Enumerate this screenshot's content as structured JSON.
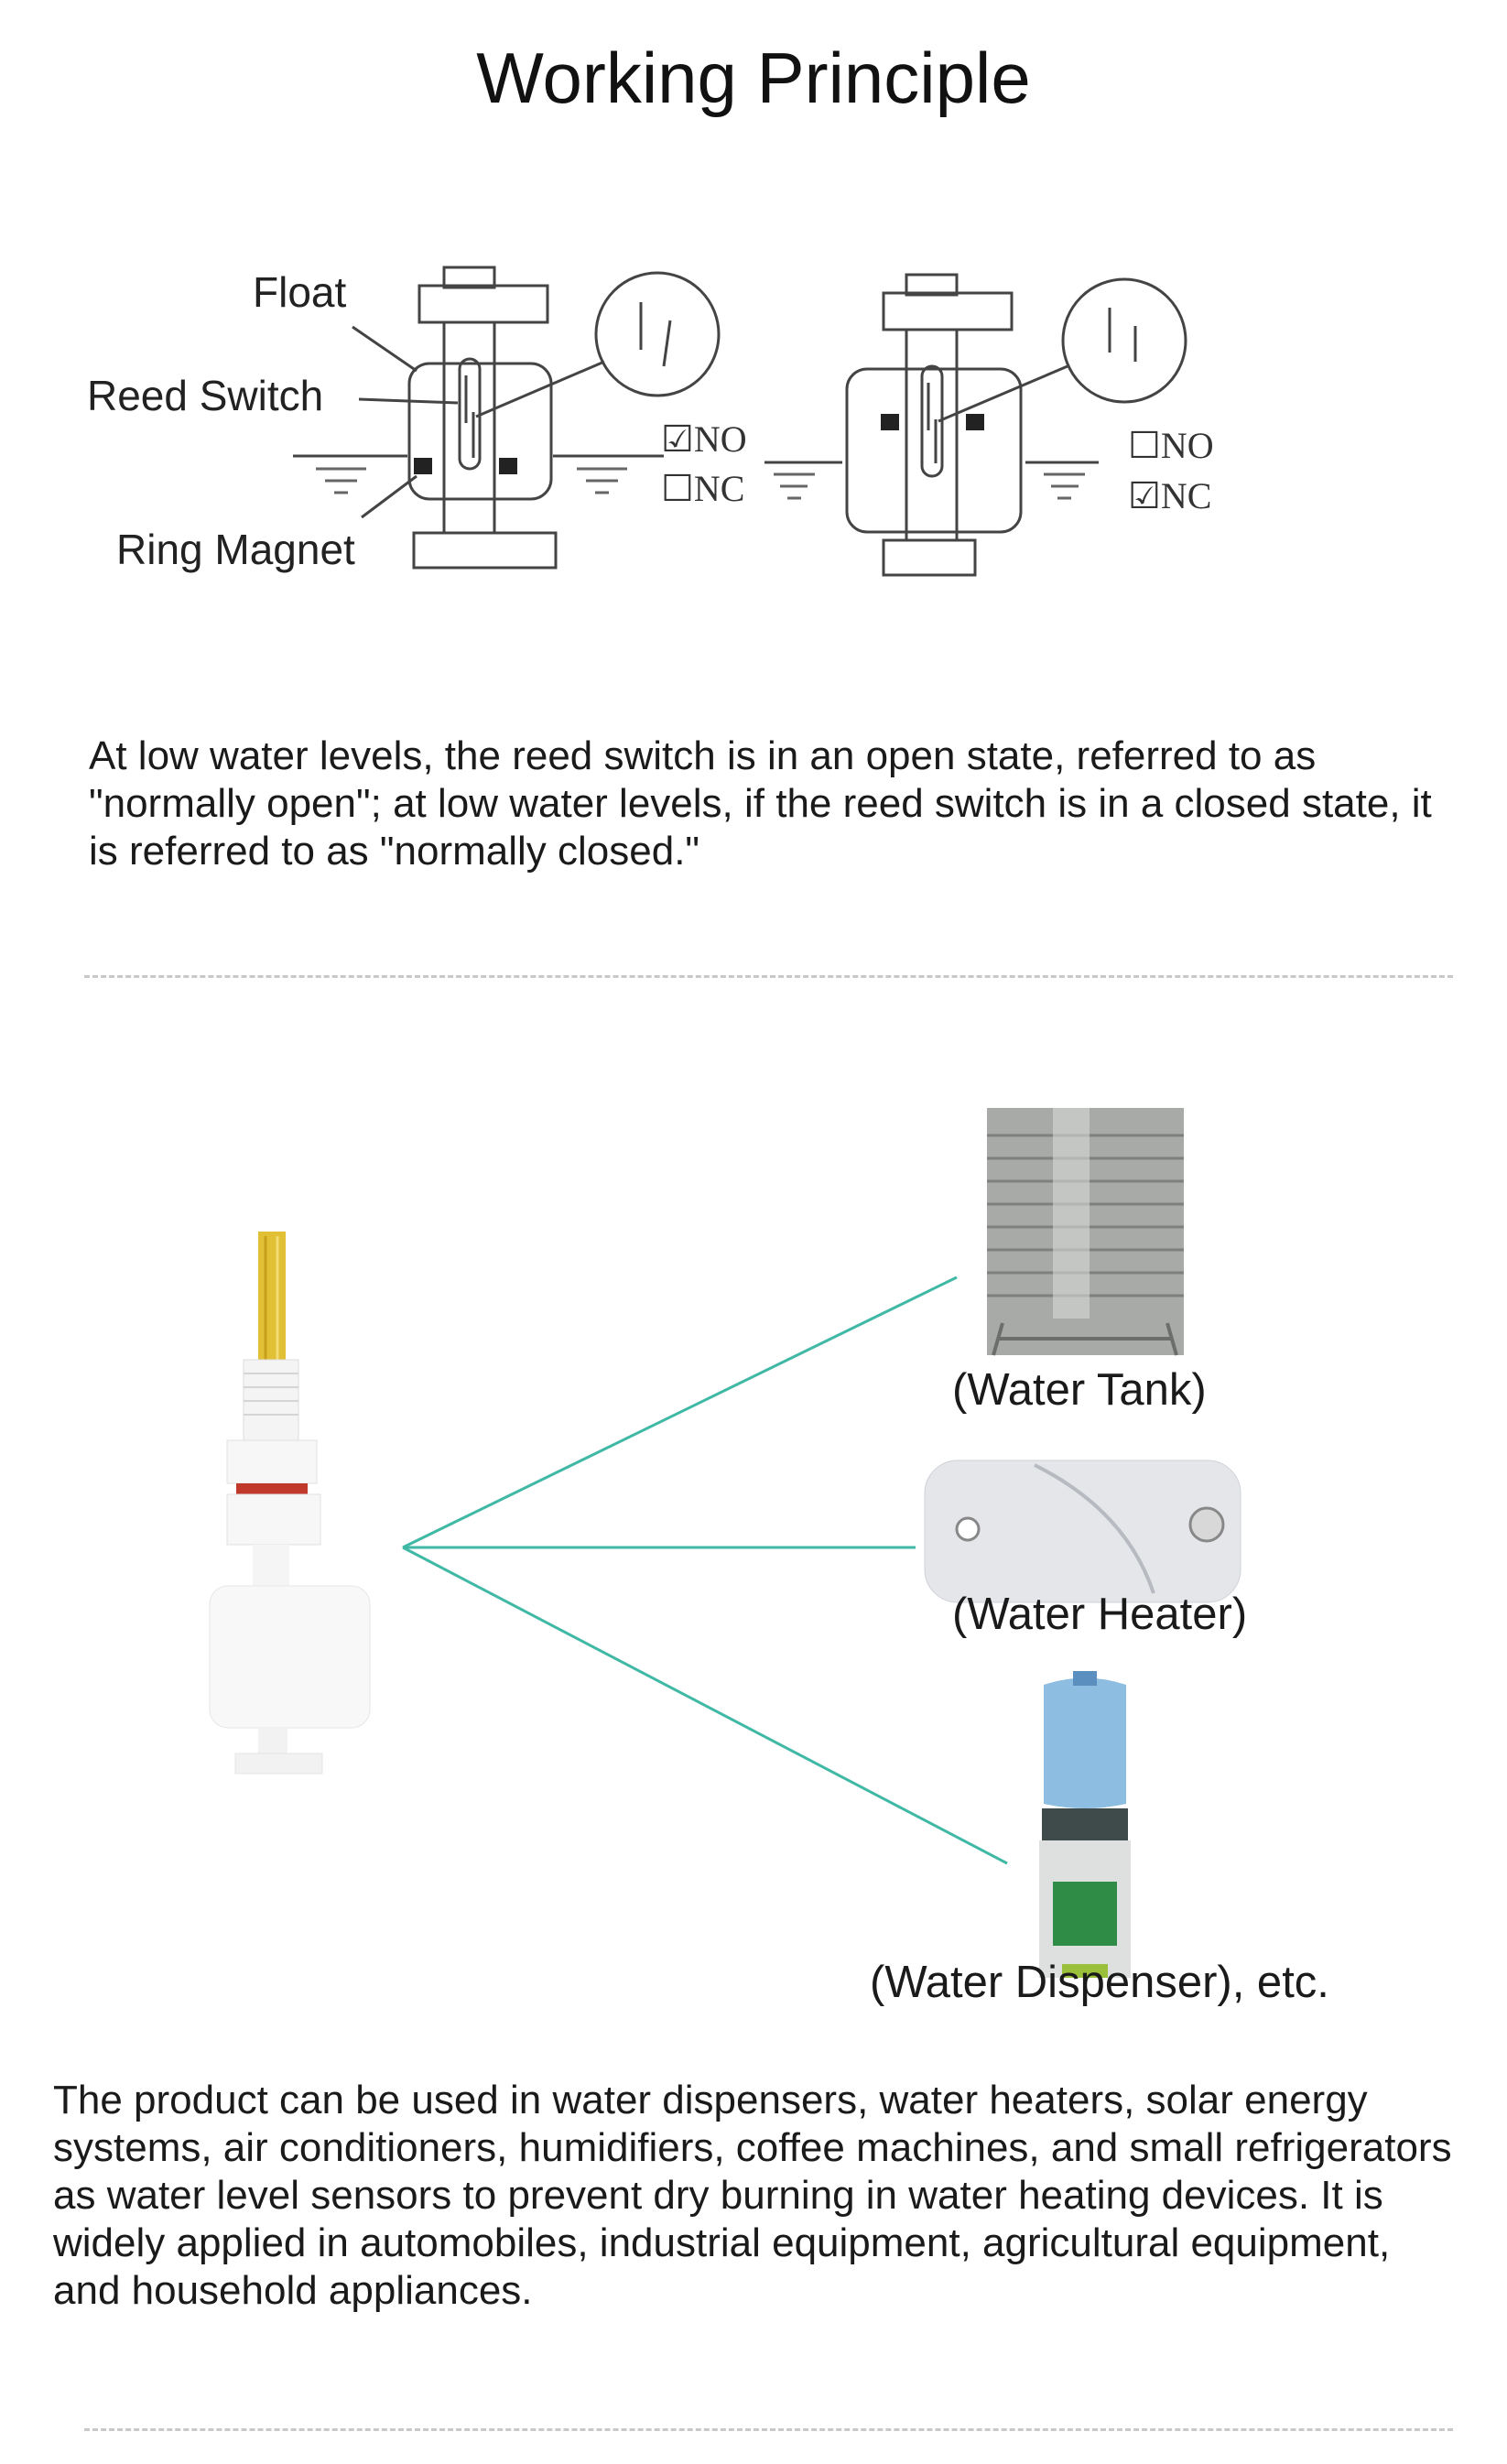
{
  "title": "Working Principle",
  "diagram": {
    "labels": {
      "float": "Float",
      "reed_switch": "Reed Switch",
      "ring_magnet": "Ring Magnet"
    },
    "left_state": {
      "no": "NO",
      "nc": "NC",
      "checked": "NO"
    },
    "right_state": {
      "no": "NO",
      "nc": "NC",
      "checked": "NC"
    }
  },
  "principle_text": "At low water levels, the reed switch is in an open state, referred to as \"normally open\"; at low water levels, if the reed switch is in a closed state, it is referred to as \"normally closed.\"",
  "applications": [
    {
      "caption": "(Water Tank)",
      "icon": "water-tank-photo"
    },
    {
      "caption": "(Water Heater)",
      "icon": "water-heater-photo"
    },
    {
      "caption": "(Water Dispenser), etc.",
      "icon": "water-dispenser-photo"
    }
  ],
  "usage_text": "The product can be used in water dispensers, water heaters, solar energy systems, air conditioners, humidifiers, coffee machines, and small refrigerators as water level sensors to prevent dry burning in water heating devices. It is widely applied in automobiles, industrial equipment, agricultural equipment, and household appliances.",
  "colors": {
    "connector_line": "#3fb8a6",
    "cable": "#e2c035",
    "oring": "#c0392b"
  }
}
